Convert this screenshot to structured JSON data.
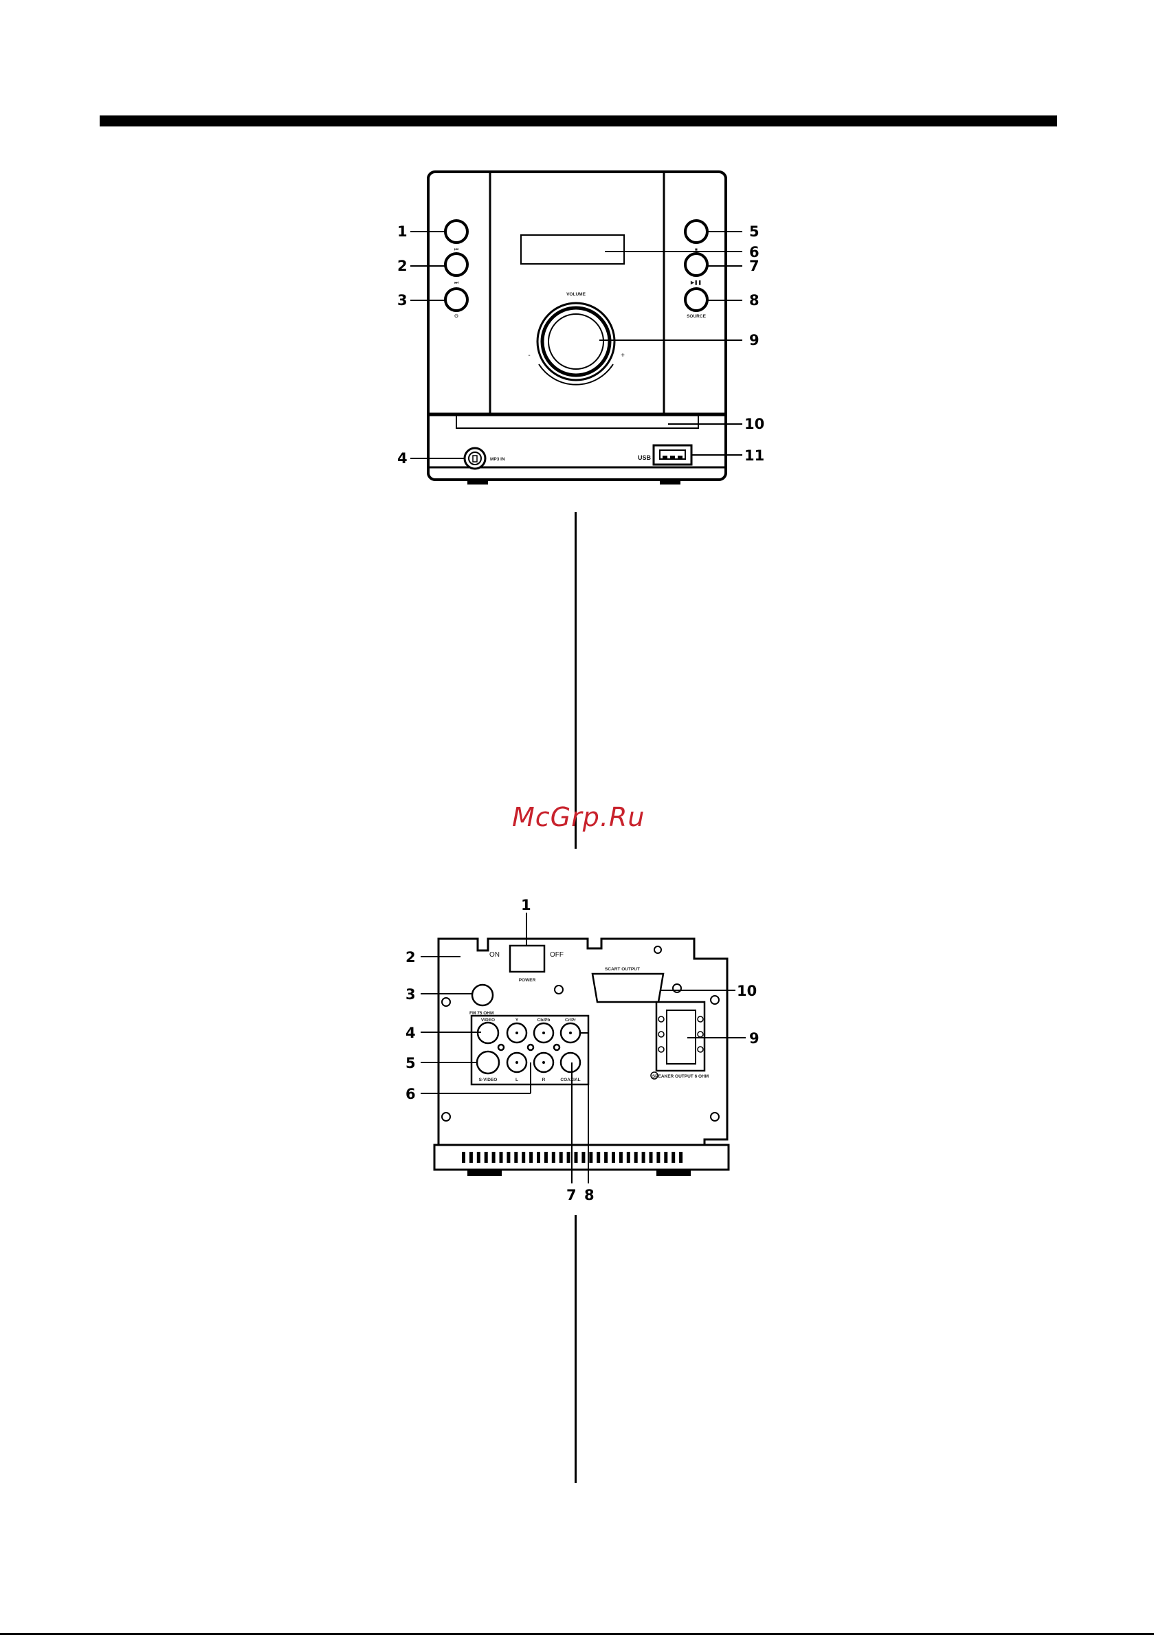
{
  "front_panel": {
    "callouts": [
      "1",
      "2",
      "3",
      "4",
      "5",
      "6",
      "7",
      "8",
      "9",
      "10",
      "11"
    ],
    "labels": {
      "volume": "VOLUME",
      "minus": "-",
      "plus": "+",
      "source": "SOURCE",
      "mp3_in": "MP3 IN",
      "usb": "USB",
      "prev_glyph": "⏮",
      "next_glyph": "⏭",
      "power_glyph": "⏻",
      "stop_glyph": "■",
      "play_glyph": "▶❚❚"
    }
  },
  "rear_panel": {
    "callouts": [
      "1",
      "2",
      "3",
      "4",
      "5",
      "6",
      "7",
      "8",
      "9",
      "10"
    ],
    "labels": {
      "on": "ON",
      "off": "OFF",
      "power": "POWER",
      "scart_output": "SCART OUTPUT",
      "fm": "FM 75 OHM",
      "video": "VIDEO",
      "y": "Y",
      "cb": "Cb/Pb",
      "cr": "Cr/Pr",
      "svideo": "S-VIDEO",
      "l": "L",
      "r": "R",
      "coaxial": "COAXIAL",
      "speaker_output": "SPEAKER OUTPUT 6 OHM"
    }
  },
  "watermark": "McGrp.Ru"
}
